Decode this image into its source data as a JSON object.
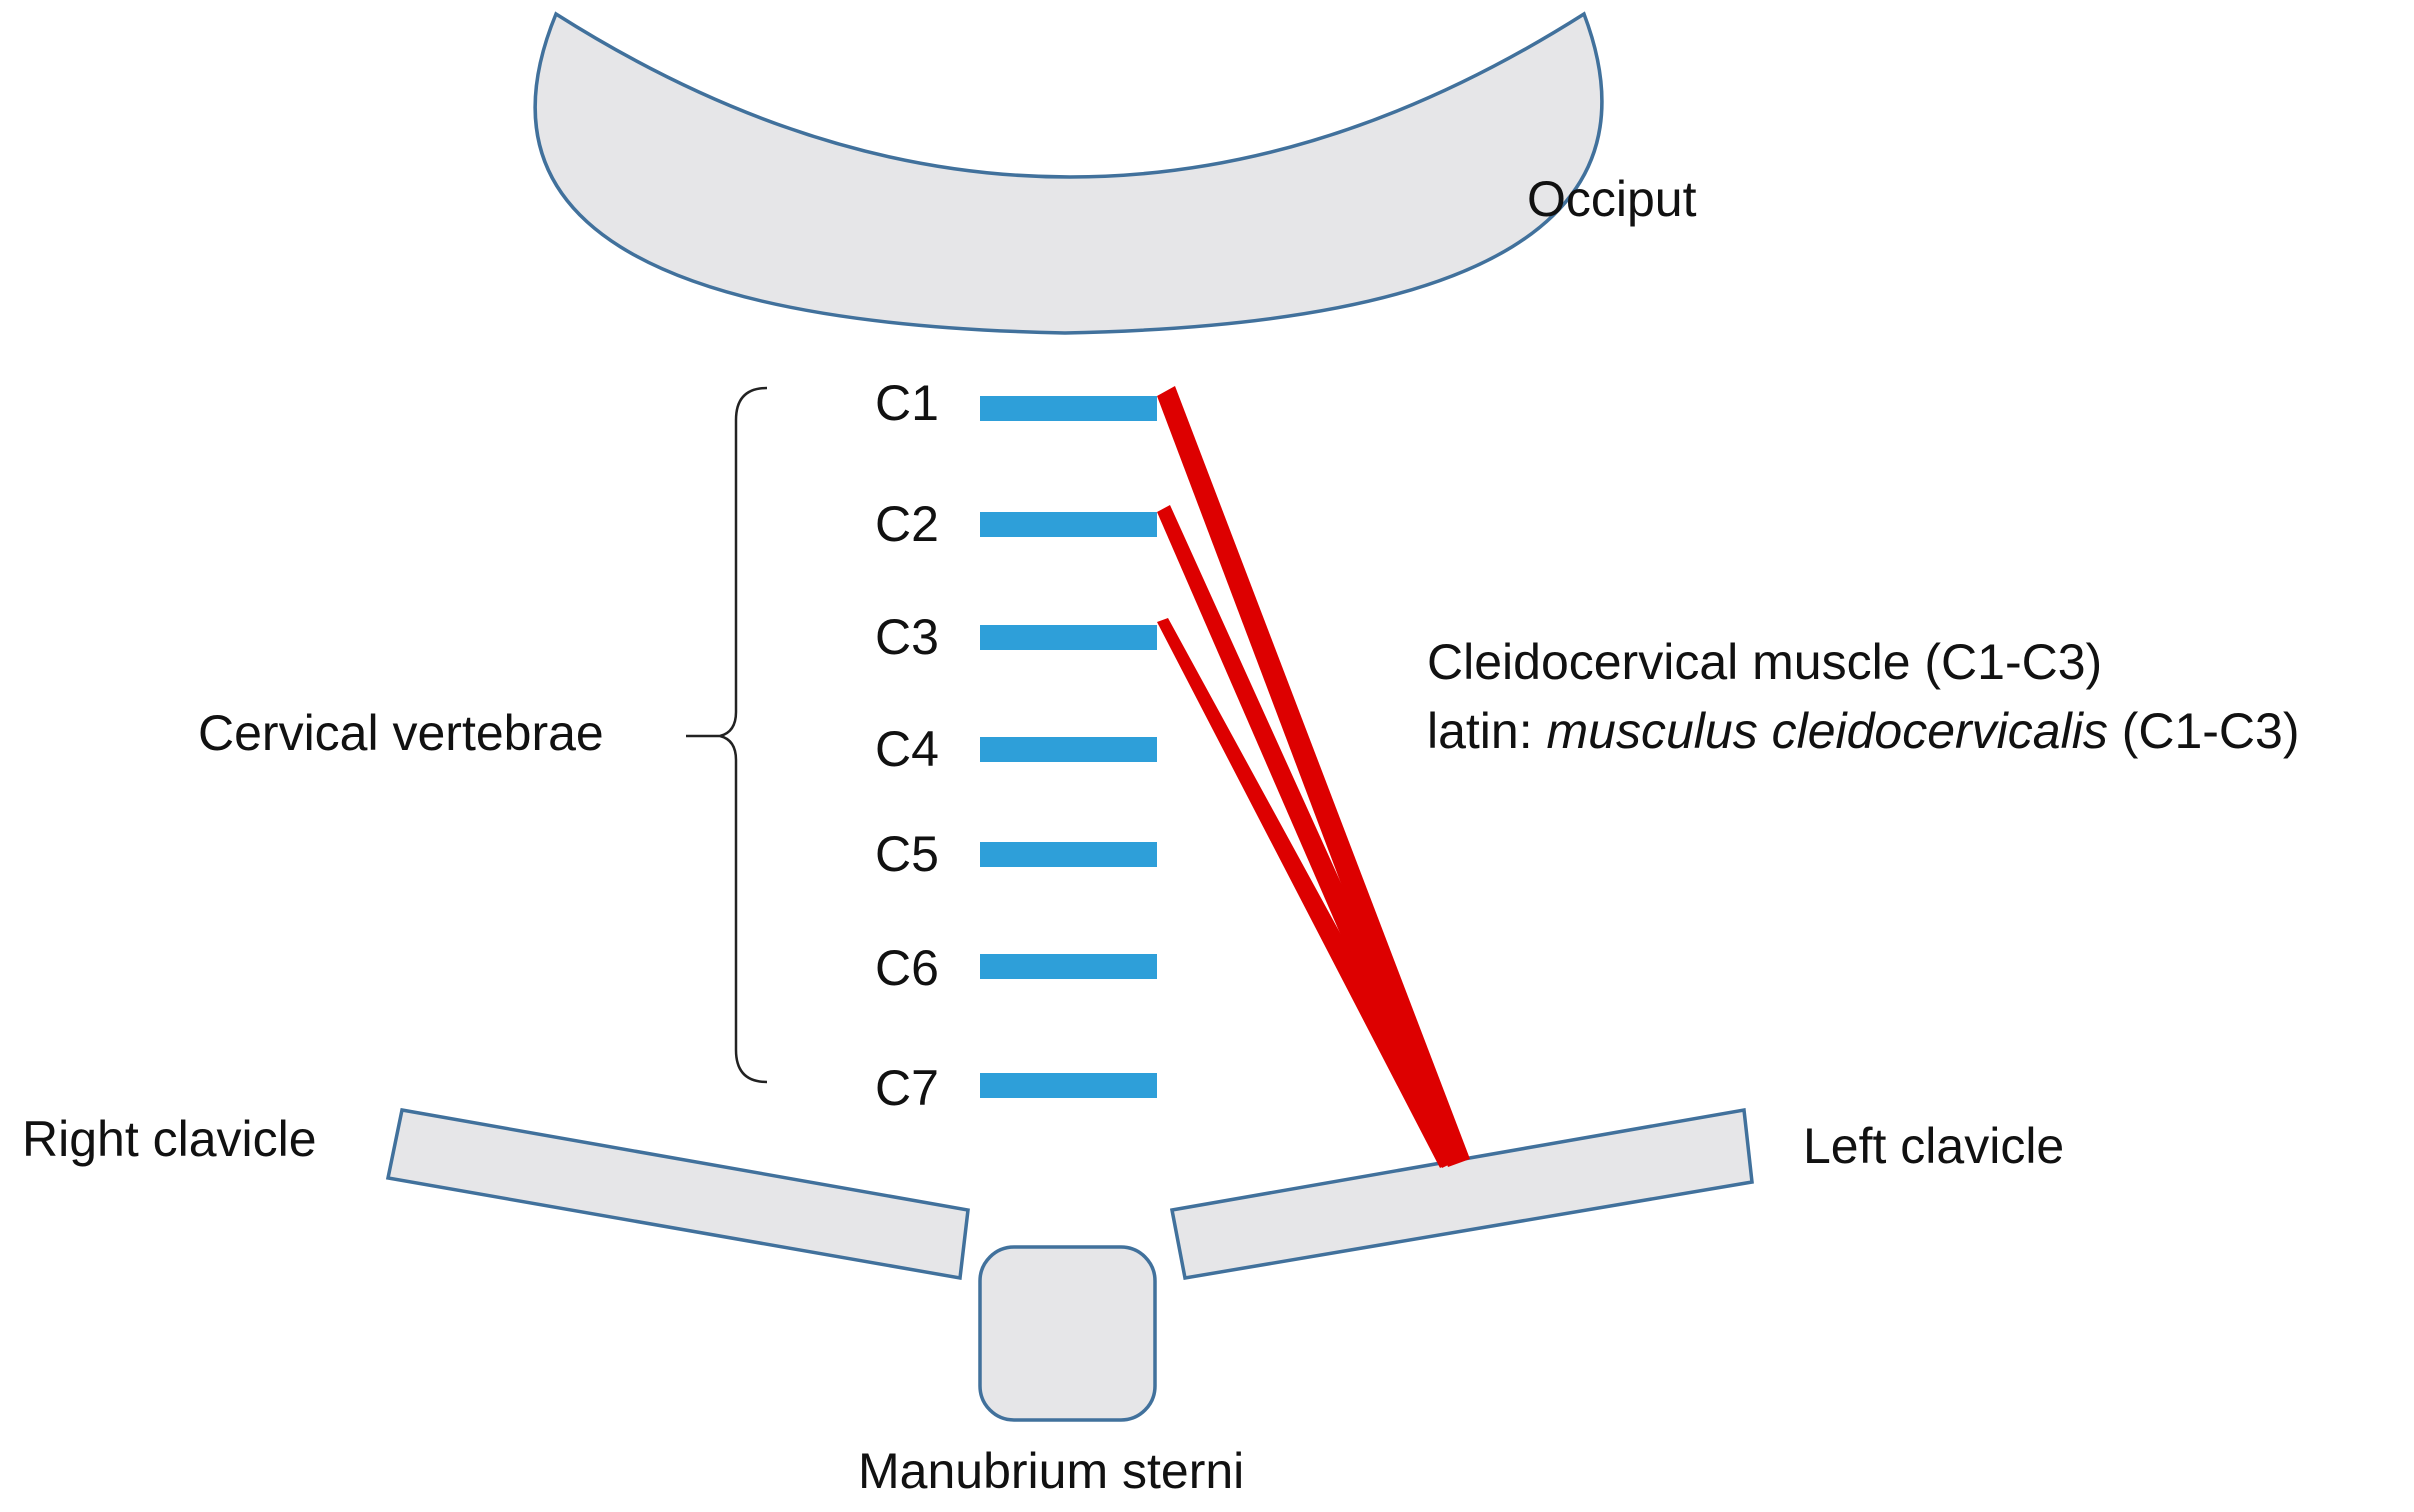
{
  "labels": {
    "occiput": "Occiput",
    "cervical_vertebrae": "Cervical vertebrae",
    "right_clavicle": "Right clavicle",
    "left_clavicle": "Left clavicle",
    "manubrium": "Manubrium sterni",
    "muscle_line1": "Cleidocervical muscle (C1-C3)",
    "muscle_line2_prefix": "latin: ",
    "muscle_line2_latin": "musculus cleidocervicalis",
    "muscle_line2_suffix": " (C1-C3)"
  },
  "vertebrae": [
    "C1",
    "C2",
    "C3",
    "C4",
    "C5",
    "C6",
    "C7"
  ],
  "colors": {
    "bone_fill": "#e6e6e8",
    "bone_outline": "#41719c",
    "vertebra": "#2e9fd9",
    "muscle": "#dd0000"
  }
}
